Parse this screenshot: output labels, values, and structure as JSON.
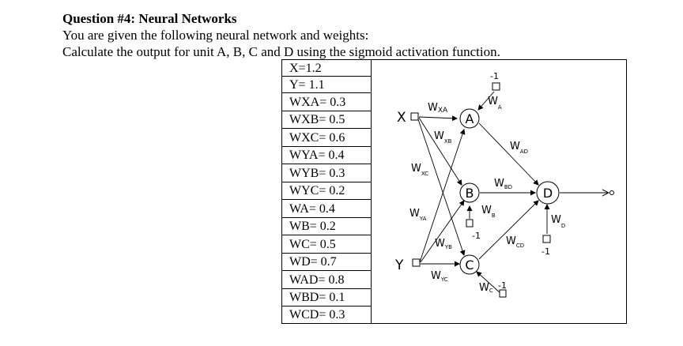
{
  "question": {
    "title": "Question #4: Neural Networks",
    "line1": "You are given the following neural network and weights:",
    "line2": "Calculate the output for unit A, B, C and D using the sigmoid activation function."
  },
  "values": [
    "X=1.2",
    "Y= 1.1",
    "WXA= 0.3",
    "WXB= 0.5",
    "WXC= 0.6",
    "WYA= 0.4",
    "WYB= 0.3",
    "WYC= 0.2",
    "WA= 0.4",
    "WB= 0.2",
    "WC= 0.5",
    "WD= 0.7",
    "WAD= 0.8",
    "WBD= 0.1",
    "WCD= 0.3"
  ],
  "diagram": {
    "input_x": "X",
    "input_y": "Y",
    "node_a": "A",
    "node_b": "B",
    "node_c": "C",
    "node_d": "D",
    "bias_a": "-1",
    "bias_b": "-1",
    "bias_c": "-1",
    "bias_d": "-1",
    "w_xa": {
      "main": "W",
      "sub": "XA"
    },
    "w_xb": {
      "main": "W",
      "sub": "XB"
    },
    "w_xc": {
      "main": "W",
      "sub": "XC"
    },
    "w_ya": {
      "main": "W",
      "sub": "YA"
    },
    "w_yb": {
      "main": "W",
      "sub": "YB"
    },
    "w_yc": {
      "main": "W",
      "sub": "YC"
    },
    "w_a": {
      "main": "W",
      "sub": "A"
    },
    "w_b": {
      "main": "W",
      "sub": "B"
    },
    "w_c": {
      "main": "W",
      "sub": "C"
    },
    "w_d": {
      "main": "W",
      "sub": "D"
    },
    "w_ad": {
      "main": "W",
      "sub": "AD"
    },
    "w_bd": {
      "main": "W",
      "sub": "BD"
    },
    "w_cd": {
      "main": "W",
      "sub": "CD"
    }
  }
}
